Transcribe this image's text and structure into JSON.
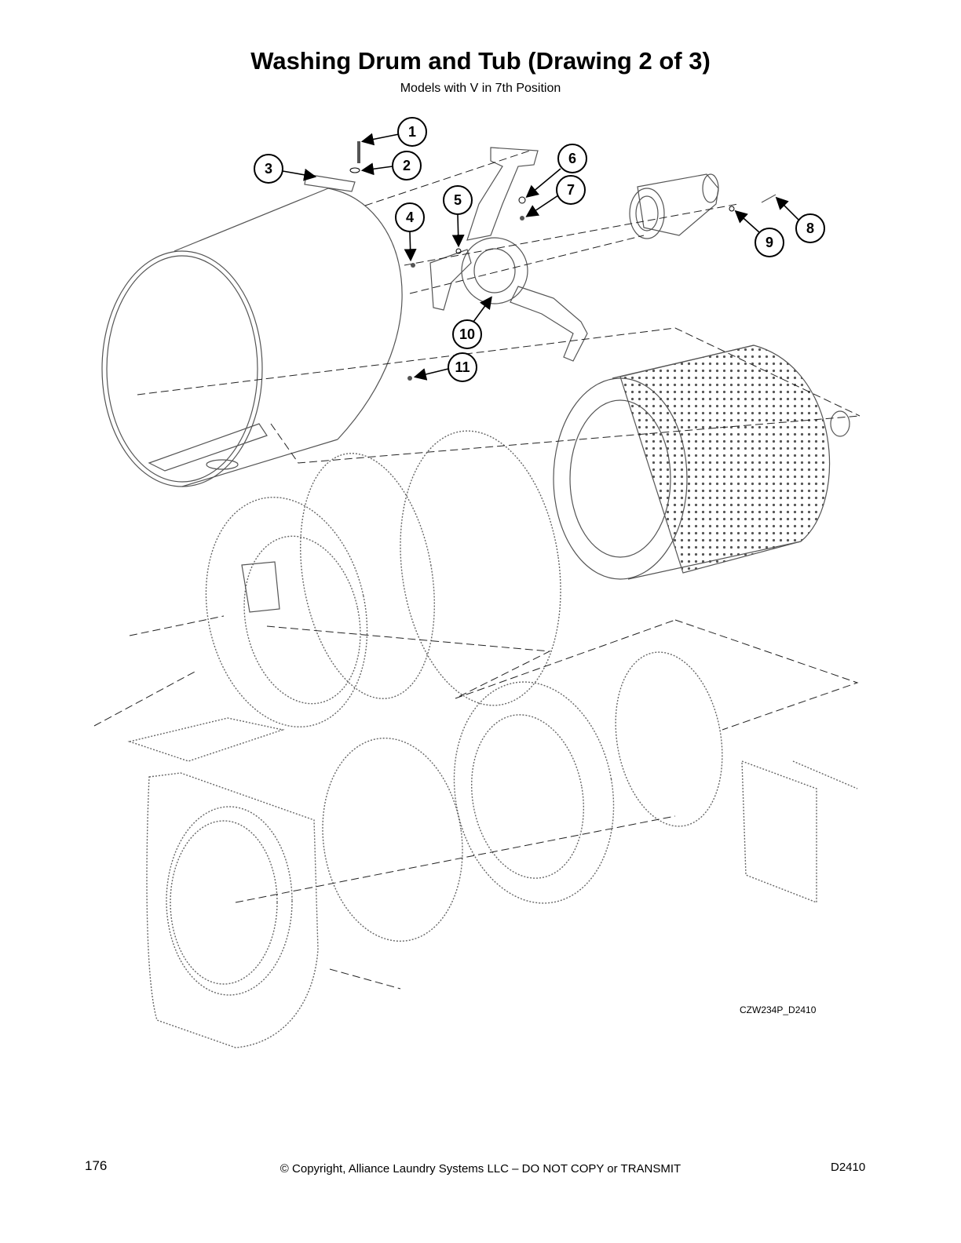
{
  "title": "Washing Drum and Tub (Drawing 2 of 3)",
  "subtitle": "Models with V in 7th Position",
  "drawing_id": "CZW234P_D2410",
  "footer": {
    "page_number": "176",
    "copyright": "© Copyright, Alliance Laundry Systems LLC – DO NOT COPY or TRANSMIT",
    "doc_code": "D2410"
  },
  "callouts": [
    "1",
    "2",
    "3",
    "4",
    "5",
    "6",
    "7",
    "8",
    "9",
    "10",
    "11"
  ]
}
